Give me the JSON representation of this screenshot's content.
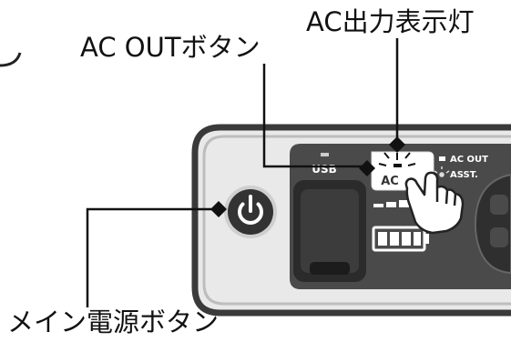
{
  "labels": {
    "ac_lamp": "AC出力表示灯",
    "ac_out_button": "AC OUTボタン",
    "main_power_button": "メイン電源ボタン"
  },
  "panel": {
    "usb": "USB",
    "ac_button": "AC",
    "ac_out_indicator": "AC OUT",
    "assist_indicator": "ASST."
  },
  "icons": {
    "power": "power-icon",
    "battery": "battery-icon",
    "hand": "pointing-hand-icon"
  },
  "battery_level": {
    "filled_segments": 4,
    "total_segments": 4
  },
  "colors": {
    "frame": "#3a3a3a",
    "panel": "#4a4a4a",
    "text": "#111111",
    "power_button": "#333333"
  }
}
